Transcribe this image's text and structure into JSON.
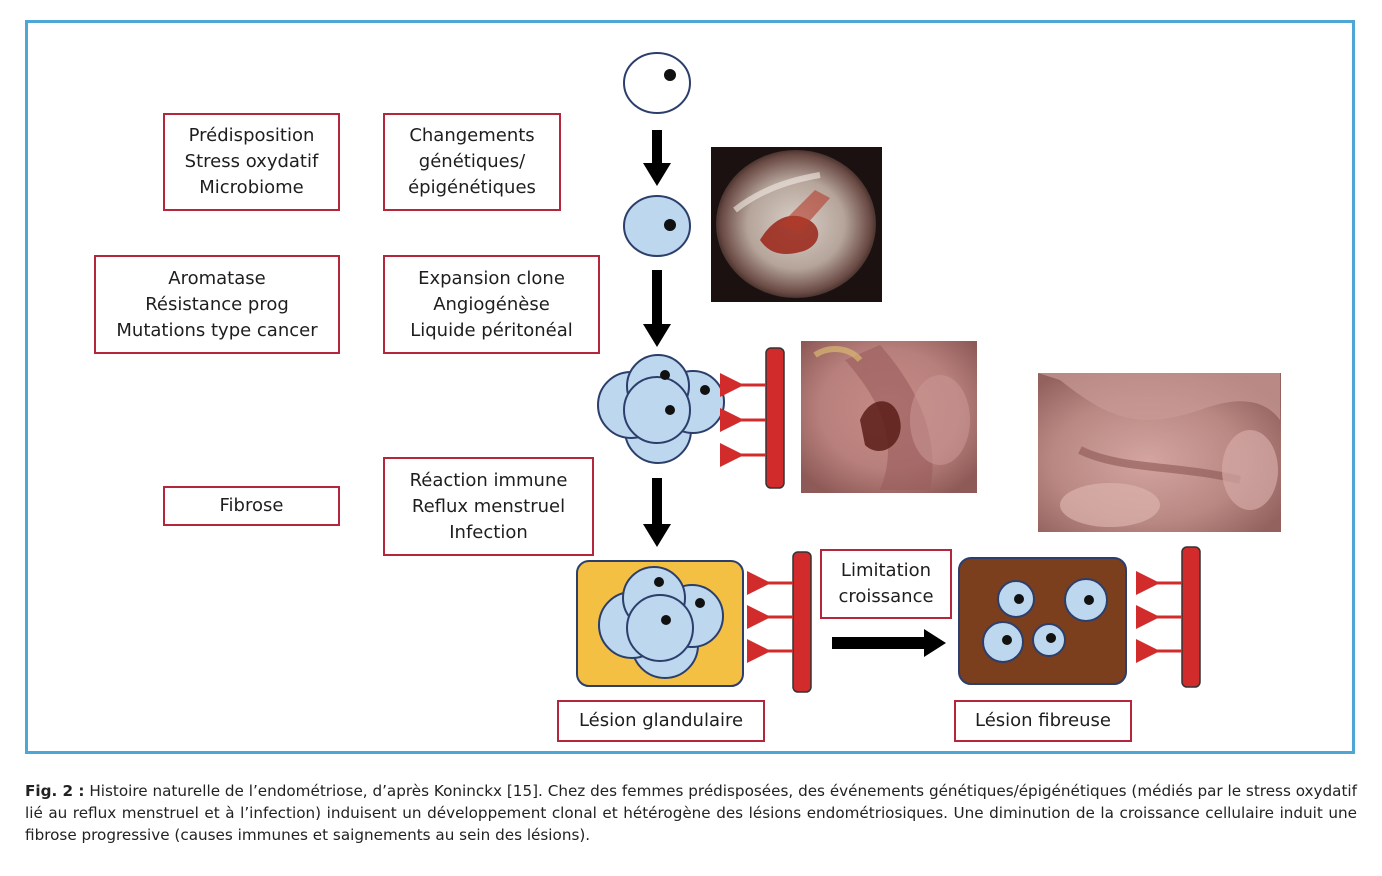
{
  "left_boxes": [
    {
      "id": "predisposition",
      "lines": [
        "Prédisposition",
        "Stress oxydatif",
        "Microbiome"
      ]
    },
    {
      "id": "aromatase",
      "lines": [
        "Aromatase",
        "Résistance prog",
        "Mutations type cancer"
      ]
    },
    {
      "id": "fibrose",
      "lines": [
        "Fibrose"
      ]
    }
  ],
  "middle_boxes": [
    {
      "id": "changements",
      "lines": [
        "Changements",
        "génétiques/",
        "épigénétiques"
      ]
    },
    {
      "id": "expansion",
      "lines": [
        "Expansion clone",
        "Angiogénèse",
        "Liquide péritonéal"
      ]
    },
    {
      "id": "reaction",
      "lines": [
        "Réaction immune",
        "Reflux menstruel",
        "Infection"
      ]
    }
  ],
  "limitation": {
    "lines": [
      "Limitation",
      "croissance"
    ]
  },
  "lesion_glandulaire": "Lésion glandulaire",
  "lesion_fibreuse": "Lésion fibreuse",
  "caption": {
    "label": "Fig. 2 :",
    "text": " Histoire naturelle de l’endométriose, d’après Koninckx [15]. Chez des femmes prédisposées, des événements génétiques/épigénétiques (médiés par le stress oxydatif lié au reflux menstruel et à l’infection) induisent un développement clonal et hétérogène des lésions endométriosiques. Une diminution de la croissance cellulaire induit une fibrose progressive (causes immunes et saignements au sein des lésions)."
  },
  "colors": {
    "frame": "#4da6d6",
    "box_border": "#b3263c",
    "cell_fill": "#bdd7ee",
    "vessel": "#d22b2b",
    "glandular_bg": "#f4c043",
    "fibrous_bg": "#7b3f1e"
  },
  "icons": [
    "single-cell-icon",
    "cell-cluster-icon",
    "blood-vessel-icon",
    "down-arrow-icon",
    "right-arrow-icon"
  ]
}
